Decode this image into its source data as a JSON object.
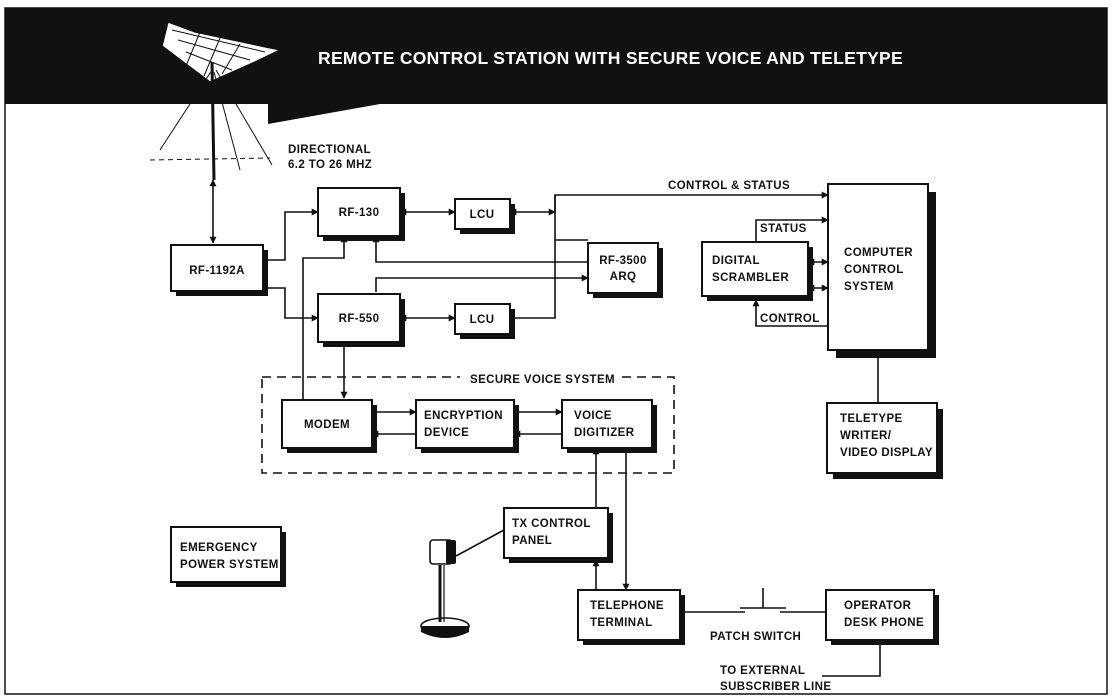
{
  "title": "REMOTE CONTROL STATION WITH SECURE VOICE AND TELETYPE",
  "antenna": {
    "label_line1": "DIRECTIONAL",
    "label_line2": "6.2 TO 26 MHZ"
  },
  "blocks": {
    "rf1192a": "RF-1192A",
    "rf130": "RF-130",
    "rf550": "RF-550",
    "lcu_top": "LCU",
    "lcu_bottom": "LCU",
    "rf3500_line1": "RF-3500",
    "rf3500_line2": "ARQ",
    "scrambler_line1": "DIGITAL",
    "scrambler_line2": "SCRAMBLER",
    "computer_line1": "COMPUTER",
    "computer_line2": "CONTROL",
    "computer_line3": "SYSTEM",
    "teletype_line1": "TELETYPE",
    "teletype_line2": "WRITER/",
    "teletype_line3": "VIDEO DISPLAY",
    "modem": "MODEM",
    "encryption_line1": "ENCRYPTION",
    "encryption_line2": "DEVICE",
    "voice_line1": "VOICE",
    "voice_line2": "DIGITIZER",
    "tx_line1": "TX CONTROL",
    "tx_line2": "PANEL",
    "emergency_line1": "EMERGENCY",
    "emergency_line2": "POWER SYSTEM",
    "telephone_line1": "TELEPHONE",
    "telephone_line2": "TERMINAL",
    "operator_line1": "OPERATOR",
    "operator_line2": "DESK PHONE"
  },
  "labels": {
    "control_status": "CONTROL & STATUS",
    "status": "STATUS",
    "control": "CONTROL",
    "secure_voice_system": "SECURE VOICE SYSTEM",
    "patch_switch": "PATCH SWITCH",
    "external_line1": "TO EXTERNAL",
    "external_line2": "SUBSCRIBER LINE"
  },
  "colors": {
    "ink": "#111111",
    "background": "#ffffff"
  }
}
